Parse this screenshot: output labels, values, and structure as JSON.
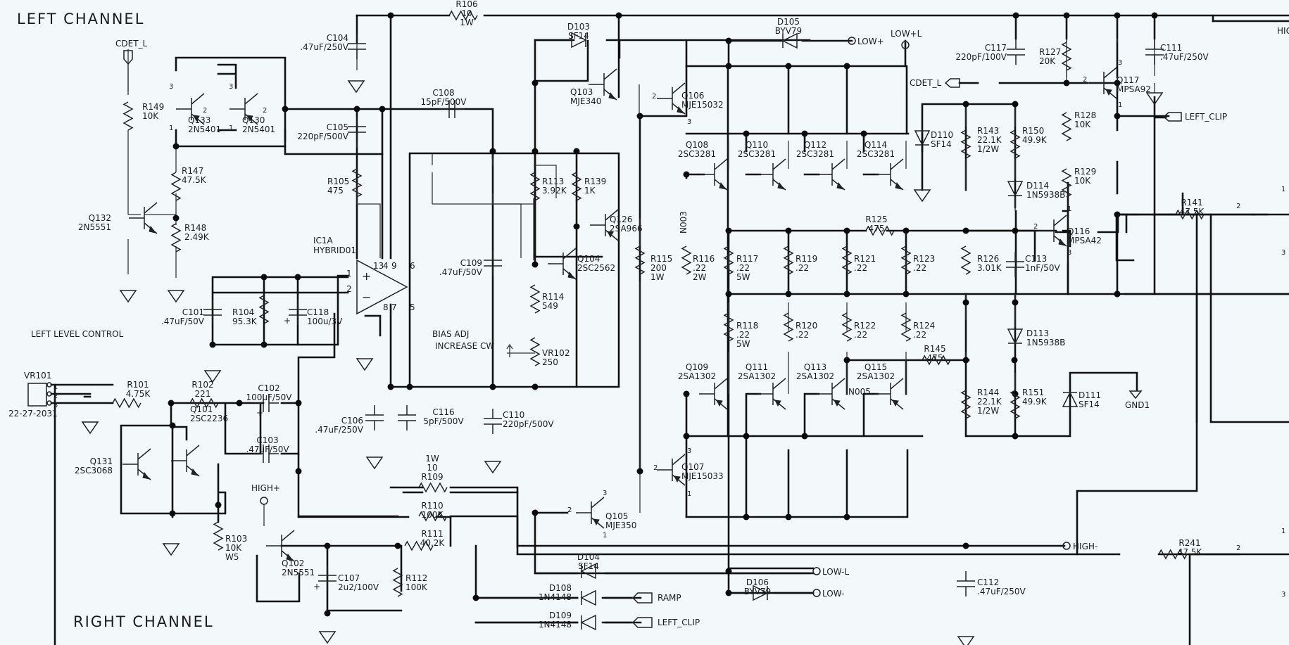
{
  "labels": {
    "left_channel": "LEFT CHANNEL",
    "right_channel": "RIGHT CHANNEL",
    "left_level_control": "LEFT LEVEL CONTROL",
    "bias_adj": "BIAS ADJ",
    "increase_cw": "INCREASE CW",
    "n003": "N003",
    "n005": "N005",
    "ic_ref": "IC1A",
    "ic_type": "HYBRID01"
  },
  "connectors": {
    "cdet_l_left": "CDET_L",
    "cdet_l_right": "CDET_L",
    "low_plus": "LOW+",
    "low_plus_l": "LOW+L",
    "high_plus": "HIGH+",
    "high_minus": "HIGH-",
    "low_minus_l": "LOW-L",
    "low_minus": "LOW-",
    "ramp": "RAMP",
    "left_clip_bottom": "LEFT_CLIP",
    "left_clip_right": "LEFT_CLIP",
    "gnd1": "GND1",
    "hig_cut": "HIG",
    "vr101_ref": "VR101",
    "vr101_part": "22-27-2031"
  },
  "pins": {
    "ic_inp": "1",
    "ic_inm": "2",
    "ic_13": "13",
    "ic_4": "4",
    "ic_9": "9",
    "ic_6": "6",
    "ic_8": "8",
    "ic_7": "7",
    "ic_5": "5",
    "vr_1": "1",
    "vr_2": "2",
    "vr_3": "3",
    "q133_3": "3",
    "q133_2": "2",
    "q133_1": "1",
    "q130_3": "3",
    "q130_2": "2",
    "q130_1": "1",
    "q106_2": "2",
    "q106_3": "3",
    "q107_2": "2",
    "q107_3": "3",
    "q107_1": "1",
    "q105_2": "2",
    "q105_3": "3",
    "q105_1": "1",
    "q117_2": "2",
    "q117_3": "3",
    "q117_1": "1",
    "q116_2": "2",
    "q116_1": "1",
    "q116_3": "3",
    "r141_2": "2",
    "r241_2": "2",
    "edge_1a": "1",
    "edge_3a": "3",
    "edge_1b": "1",
    "edge_3b": "3"
  },
  "resistors": {
    "r106": [
      "R106",
      "10",
      "1W"
    ],
    "r149": [
      "R149",
      "10K"
    ],
    "r147": [
      "R147",
      "47.5K"
    ],
    "r148": [
      "R148",
      "2.49K"
    ],
    "r105": [
      "R105",
      "475"
    ],
    "r104": [
      "R104",
      "95.3K"
    ],
    "r101": [
      "R101",
      "4.75K"
    ],
    "r102": [
      "R102",
      "221"
    ],
    "r103": [
      "R103",
      "10K",
      "W5"
    ],
    "r109": [
      "1W",
      "10",
      "R109"
    ],
    "r110": [
      "R110",
      "100K"
    ],
    "r111": [
      "R111",
      "40.2K"
    ],
    "r112": [
      "R112",
      "100K"
    ],
    "r113": [
      "R113",
      "3.92K"
    ],
    "r139": [
      "R139",
      "1K"
    ],
    "r114": [
      "R114",
      "549"
    ],
    "vr102": [
      "VR102",
      "250"
    ],
    "r115": [
      "R115",
      "200",
      "1W"
    ],
    "r116": [
      "R116",
      ".22",
      "2W"
    ],
    "r117": [
      "R117",
      ".22",
      "5W"
    ],
    "r118": [
      "R118",
      ".22",
      "5W"
    ],
    "r119": [
      "R119",
      ".22"
    ],
    "r120": [
      "R120",
      ".22"
    ],
    "r121": [
      "R121",
      ".22"
    ],
    "r122": [
      "R122",
      ".22"
    ],
    "r123": [
      "R123",
      ".22"
    ],
    "r124": [
      "R124",
      ".22"
    ],
    "r125": [
      "R125",
      "475"
    ],
    "r145": [
      "R145",
      "475"
    ],
    "r143": [
      "R143",
      "22.1K",
      "1/2W"
    ],
    "r144": [
      "R144",
      "22.1K",
      "1/2W"
    ],
    "r150": [
      "R150",
      "49.9K"
    ],
    "r151": [
      "R151",
      "49.9K"
    ],
    "r126": [
      "R126",
      "3.01K"
    ],
    "r127": [
      "R127",
      "20K"
    ],
    "r128": [
      "R128",
      "10K"
    ],
    "r129": [
      "R129",
      "10K"
    ],
    "r141": [
      "R141",
      "47.5K"
    ],
    "r241": [
      "R241",
      "47.5K"
    ]
  },
  "capacitors": {
    "c104": [
      "C104",
      ".47uF/250V"
    ],
    "c105": [
      "C105",
      "220pF/500V"
    ],
    "c108": [
      "C108",
      "15pF/500V"
    ],
    "c101": [
      "C101",
      ".47uF/50V"
    ],
    "c118": [
      "C118",
      "100u/3V"
    ],
    "c102": [
      "C102",
      "100uF/50V"
    ],
    "c103": [
      "C103",
      ".47uF/50V"
    ],
    "c106": [
      "C106",
      ".47uF/250V"
    ],
    "c116": [
      "C116",
      "5pF/500V"
    ],
    "c109": [
      "C109",
      ".47uF/50V"
    ],
    "c110": [
      "C110",
      "220pF/500V"
    ],
    "c107": [
      "C107",
      "2u2/100V"
    ],
    "c117": [
      "C117",
      "220pF/100V"
    ],
    "c111": [
      "C111",
      ".47uF/250V"
    ],
    "c113": [
      "C113",
      "1nF/50V"
    ],
    "c112": [
      "C112",
      ".47uF/250V"
    ]
  },
  "transistors": {
    "q133": [
      "Q133",
      "2N5401"
    ],
    "q130": [
      "Q130",
      "2N5401"
    ],
    "q132": [
      "Q132",
      "2N5551"
    ],
    "q101": [
      "Q101",
      "2SC2236"
    ],
    "q131": [
      "Q131",
      "2SC3068"
    ],
    "q102": [
      "Q102",
      "2N5551"
    ],
    "q103": [
      "Q103",
      "MJE340"
    ],
    "q104": [
      "Q104",
      "2SC2562"
    ],
    "q126": [
      "Q126",
      "2SA966"
    ],
    "q105": [
      "Q105",
      "MJE350"
    ],
    "q106": [
      "Q106",
      "MJE15032"
    ],
    "q107": [
      "Q107",
      "MJE15033"
    ],
    "q108": [
      "Q108",
      "2SC3281"
    ],
    "q110": [
      "Q110",
      "2SC3281"
    ],
    "q112": [
      "Q112",
      "2SC3281"
    ],
    "q114": [
      "Q114",
      "2SC3281"
    ],
    "q109": [
      "Q109",
      "2SA1302"
    ],
    "q111": [
      "Q111",
      "2SA1302"
    ],
    "q113": [
      "Q113",
      "2SA1302"
    ],
    "q115": [
      "Q115",
      "2SA1302"
    ],
    "q117": [
      "Q117",
      "MPSA92"
    ],
    "q116": [
      "Q116",
      "MPSA42"
    ]
  },
  "diodes": {
    "d103": [
      "D103",
      "SF14"
    ],
    "d105": [
      "D105",
      "BYV79"
    ],
    "d106": [
      "D106",
      "BYV79"
    ],
    "d110": [
      "D110",
      "SF14"
    ],
    "d111": [
      "D111",
      "SF14"
    ],
    "d114": [
      "D114",
      "1N5938B"
    ],
    "d113": [
      "D113",
      "1N5938B"
    ],
    "d104": [
      "D104",
      "SF14"
    ],
    "d108": [
      "D108",
      "1N4148"
    ],
    "d109": [
      "D109",
      "1N4148"
    ]
  }
}
